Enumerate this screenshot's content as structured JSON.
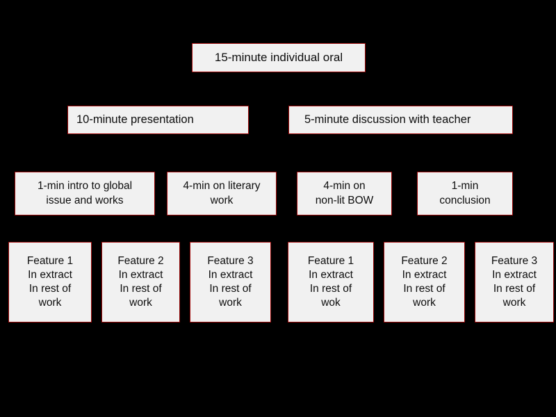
{
  "diagram": {
    "title": "15-minute individual oral",
    "background_color": "#000000",
    "box_fill_color": "#f1f1f1",
    "box_border_color": "#9e0a0a",
    "text_color": "#0d0d0d",
    "levels": [
      {
        "level": 1,
        "nodes": [
          {
            "id": "root",
            "text": "15-minute individual oral"
          }
        ]
      },
      {
        "level": 2,
        "nodes": [
          {
            "id": "presentation",
            "text": "10-minute presentation"
          },
          {
            "id": "discussion",
            "text": "5-minute discussion with teacher"
          }
        ]
      },
      {
        "level": 3,
        "nodes": [
          {
            "id": "intro",
            "lines": [
              "1-min intro to global",
              "issue and works"
            ]
          },
          {
            "id": "literary",
            "lines": [
              "4-min on literary",
              "work"
            ]
          },
          {
            "id": "nonlit",
            "lines": [
              "4-min on",
              "non-lit BOW"
            ]
          },
          {
            "id": "conclusion",
            "lines": [
              "1-min",
              "conclusion"
            ]
          }
        ]
      },
      {
        "level": 4,
        "nodes": [
          {
            "id": "lit-feature-1",
            "lines": [
              "Feature 1",
              "In extract",
              "In rest of",
              "work"
            ]
          },
          {
            "id": "lit-feature-2",
            "lines": [
              "Feature 2",
              "In extract",
              "In rest of",
              "work"
            ]
          },
          {
            "id": "lit-feature-3",
            "lines": [
              "Feature 3",
              "In extract",
              "In rest of",
              "work"
            ]
          },
          {
            "id": "nonlit-feature-1",
            "lines": [
              "Feature 1",
              "In extract",
              "In rest of",
              "wok"
            ]
          },
          {
            "id": "nonlit-feature-2",
            "lines": [
              "Feature 2",
              "In extract",
              "In rest of",
              "work"
            ]
          },
          {
            "id": "nonlit-feature-3",
            "lines": [
              "Feature 3",
              "In extract",
              "In rest of",
              "work"
            ]
          }
        ]
      }
    ]
  }
}
